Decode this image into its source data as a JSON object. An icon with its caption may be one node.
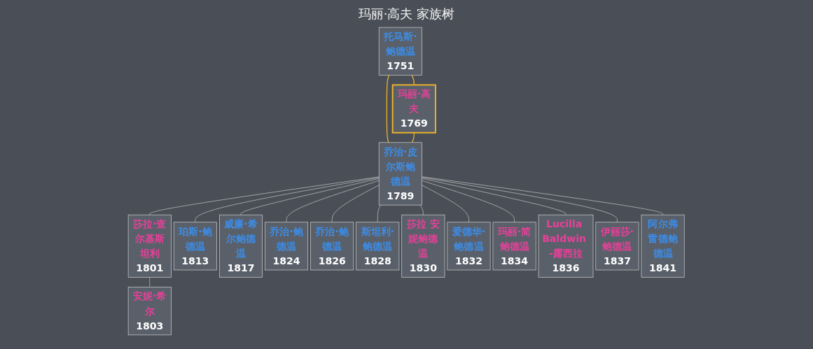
{
  "diagram": {
    "title": "玛丽·高夫 家族树",
    "nodes": [
      {
        "text": [
          "托马斯·鲍德温",
          "1751"
        ]
      },
      {
        "text": [
          "玛丽·高夫",
          "1769"
        ]
      },
      {
        "text": [
          "乔治·皮尔斯鲍德温",
          "1789"
        ]
      },
      {
        "text": [
          "莎拉·查尔基斯坦利",
          "1801"
        ]
      },
      {
        "text": [
          "安妮·希尔",
          "1803"
        ]
      },
      {
        "text": [
          "珀斯·鲍德温",
          "1813"
        ]
      },
      {
        "text": [
          "威廉·希尔鲍德温",
          "1817"
        ]
      },
      {
        "text": [
          "乔治·鲍德温",
          "1824"
        ]
      },
      {
        "text": [
          "乔治·鲍德温",
          "1826"
        ]
      },
      {
        "text": [
          "斯坦利·鲍德温",
          "1828"
        ]
      },
      {
        "text": [
          "莎拉 安妮鲍德温",
          "1830"
        ]
      },
      {
        "text": [
          "爱德华·鲍德温",
          "1832"
        ]
      },
      {
        "text": [
          "玛丽·简鲍德温",
          "1834"
        ]
      },
      {
        "text": [
          "Lucilla Baldwin -露西拉",
          "1836"
        ]
      },
      {
        "text": [
          "伊丽莎·鲍德温",
          "1837"
        ]
      },
      {
        "text": [
          "阿尔弗雷德鲍德温",
          "1841"
        ]
      }
    ],
    "edges": [
      {
        "from": 0,
        "to": 1,
        "arrow": "none",
        "color": "#f0b429"
      },
      {
        "from": 0,
        "to": 2,
        "arrow": "none",
        "color": "#f0b429"
      },
      {
        "from": 1,
        "to": 2,
        "arrow": "none",
        "color": "#f0b429"
      },
      {
        "from": 2,
        "to": 3,
        "arrow": "none"
      },
      {
        "from": 3,
        "to": 4,
        "arrow": "none"
      },
      {
        "from": 2,
        "to": 5,
        "arrow": "none"
      },
      {
        "from": 2,
        "to": 6,
        "arrow": "none"
      },
      {
        "from": 2,
        "to": 7,
        "arrow": "none"
      },
      {
        "from": 2,
        "to": 8,
        "arrow": "none"
      },
      {
        "from": 2,
        "to": 9,
        "arrow": "none"
      },
      {
        "from": 2,
        "to": 10,
        "arrow": "none"
      },
      {
        "from": 2,
        "to": 11,
        "arrow": "none"
      },
      {
        "from": 2,
        "to": 12,
        "arrow": "none"
      },
      {
        "from": 2,
        "to": 13,
        "arrow": "none"
      },
      {
        "from": 2,
        "to": 14,
        "arrow": "none"
      },
      {
        "from": 2,
        "to": 15,
        "arrow": "none"
      }
    ]
  }
}
